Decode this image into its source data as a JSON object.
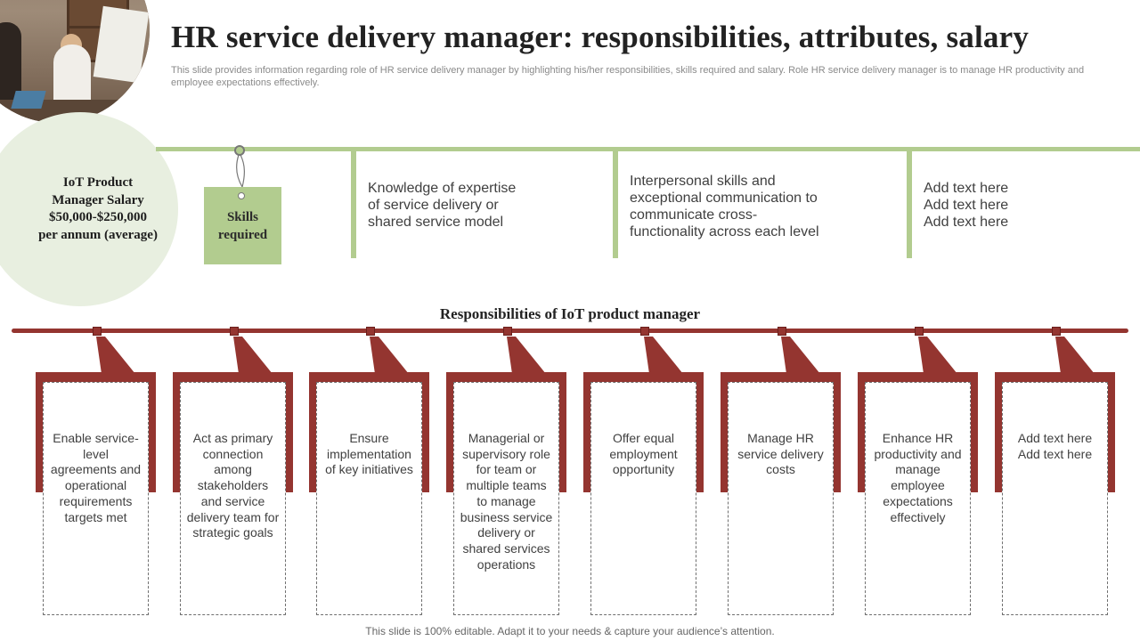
{
  "header": {
    "title": "HR service delivery manager: responsibilities, attributes, salary",
    "subtitle": "This slide provides information regarding role of HR service delivery manager by highlighting his/her responsibilities, skills required and salary. Role HR service delivery manager is to manage HR productivity and employee expectations effectively."
  },
  "salary": {
    "line1": "IoT Product",
    "line2": "Manager Salary",
    "line3": "$50,000-$250,000",
    "line4": "per annum  (average)"
  },
  "skills": {
    "tag_line1": "Skills",
    "tag_line2": "required",
    "items": [
      {
        "lines": [
          "Knowledge of expertise",
          "of service delivery or",
          "shared service model"
        ]
      },
      {
        "lines": [
          "Interpersonal skills and",
          "exceptional communication to",
          "communicate cross-",
          "functionality  across each level"
        ]
      },
      {
        "lines": [
          "Add text here",
          "Add text here",
          "Add text here"
        ]
      }
    ]
  },
  "responsibilities": {
    "heading": "Responsibilities of IoT product manager",
    "items": [
      {
        "lines": [
          "Enable service-",
          "level",
          "agreements and",
          "operational",
          "requirements",
          "targets met"
        ]
      },
      {
        "lines": [
          "Act as primary",
          "connection",
          "among",
          "stakeholders",
          "and service",
          "delivery team for",
          "strategic goals"
        ]
      },
      {
        "lines": [
          "Ensure",
          "implementation",
          "of key initiatives"
        ]
      },
      {
        "lines": [
          "Managerial  or",
          "supervisory role",
          "for team or",
          "multiple teams",
          "to manage",
          "business service",
          "delivery  or",
          "shared services",
          "operations"
        ]
      },
      {
        "lines": [
          "Offer equal",
          "employment",
          "opportunity"
        ]
      },
      {
        "lines": [
          "Manage HR",
          "service delivery",
          "costs"
        ]
      },
      {
        "lines": [
          "Enhance HR",
          "productivity and",
          "manage",
          "employee",
          "expectations",
          "effectively"
        ]
      },
      {
        "lines": [
          "Add text here",
          "Add text here"
        ]
      }
    ]
  },
  "footer": {
    "text": "This slide is 100% editable. Adapt it to your needs & capture your audience’s attention."
  },
  "colors": {
    "accent_green": "#b2cc8f",
    "accent_red": "#943530",
    "circle_bg": "#e8efe0"
  },
  "icons": {
    "photo": "team-meeting-photo",
    "tag_pin": "pin-icon"
  }
}
